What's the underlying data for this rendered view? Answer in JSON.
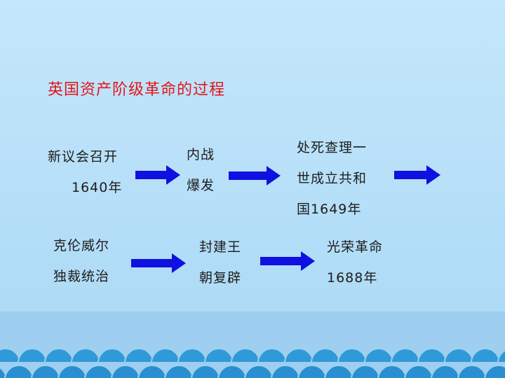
{
  "title": "英国资产阶级革命的过程",
  "nodes": [
    {
      "line1": "新议会召开",
      "line2_num": "1640",
      "line2_suffix": "年"
    },
    {
      "line1": "内战",
      "line2": "爆发"
    },
    {
      "line1": "处死查理一",
      "line2": "世成立共和",
      "line3_prefix": "国",
      "line3_num": "1649",
      "line3_suffix": "年"
    },
    {
      "line1": "克伦威尔",
      "line2": "独裁统治"
    },
    {
      "line1": "封建王",
      "line2": "朝复辟"
    },
    {
      "line1": "光荣革命",
      "line2_num": "1688",
      "line2_suffix": "年"
    }
  ],
  "colors": {
    "title": "#e4141b",
    "arrow": "#1010e0",
    "background": "#c4e7fb",
    "footer": "#9fcff0",
    "wave": "#2e9ad8"
  },
  "icons": {
    "arrow": "right-arrow-icon",
    "wave": "wave-scallop-icon"
  }
}
